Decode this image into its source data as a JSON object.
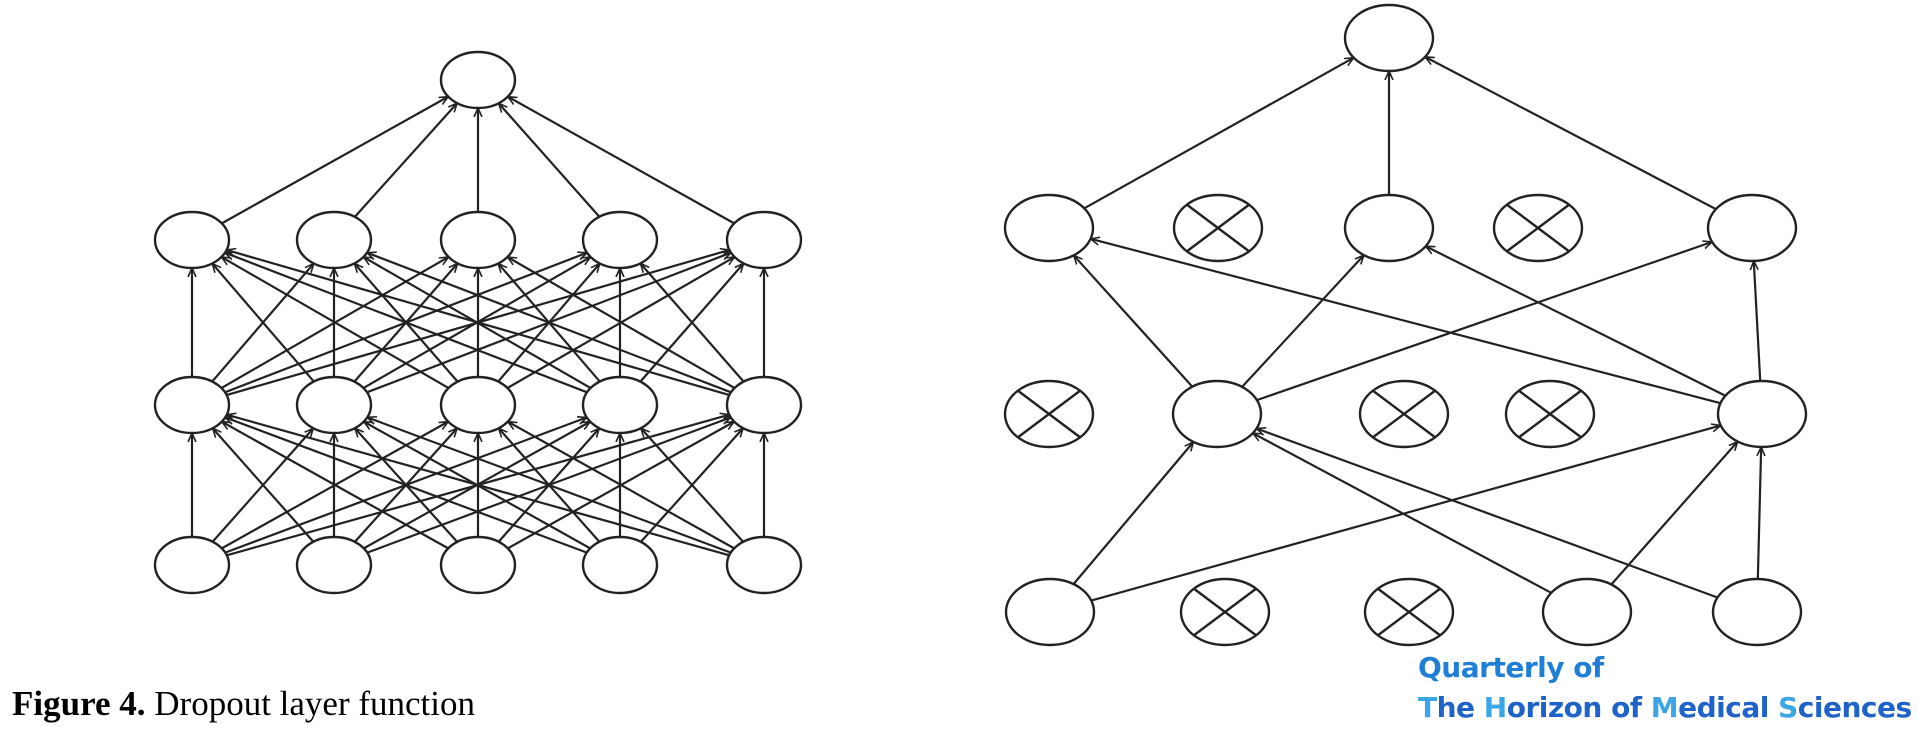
{
  "caption": {
    "label": "Figure 4.",
    "text": " Dropout layer function"
  },
  "journal_logo": {
    "line1": "Quarterly of",
    "line2_parts": [
      {
        "t": "T",
        "initial": true
      },
      {
        "t": "he ",
        "initial": false
      },
      {
        "t": "H",
        "initial": true
      },
      {
        "t": "orizon of ",
        "initial": false
      },
      {
        "t": "M",
        "initial": true
      },
      {
        "t": "edical ",
        "initial": false
      },
      {
        "t": "S",
        "initial": true
      },
      {
        "t": "ciences",
        "initial": false
      }
    ]
  },
  "colors": {
    "stroke": "#222222",
    "logo_primary": "#1f7fd6",
    "logo_initial": "#3aa6e8"
  },
  "diagram": {
    "networks": [
      {
        "name": "standard-network",
        "layers": [
          {
            "nodes": [
              {
                "dropped": false
              }
            ]
          },
          {
            "nodes": [
              {
                "dropped": false
              },
              {
                "dropped": false
              },
              {
                "dropped": false
              },
              {
                "dropped": false
              },
              {
                "dropped": false
              }
            ]
          },
          {
            "nodes": [
              {
                "dropped": false
              },
              {
                "dropped": false
              },
              {
                "dropped": false
              },
              {
                "dropped": false
              },
              {
                "dropped": false
              }
            ]
          },
          {
            "nodes": [
              {
                "dropped": false
              },
              {
                "dropped": false
              },
              {
                "dropped": false
              },
              {
                "dropped": false
              },
              {
                "dropped": false
              }
            ]
          }
        ]
      },
      {
        "name": "dropout-network",
        "layers": [
          {
            "nodes": [
              {
                "dropped": false
              }
            ]
          },
          {
            "nodes": [
              {
                "dropped": false
              },
              {
                "dropped": true
              },
              {
                "dropped": false
              },
              {
                "dropped": true
              },
              {
                "dropped": false
              }
            ]
          },
          {
            "nodes": [
              {
                "dropped": true
              },
              {
                "dropped": false
              },
              {
                "dropped": true
              },
              {
                "dropped": true
              },
              {
                "dropped": false
              }
            ]
          },
          {
            "nodes": [
              {
                "dropped": false
              },
              {
                "dropped": true
              },
              {
                "dropped": true
              },
              {
                "dropped": false
              },
              {
                "dropped": false
              }
            ]
          }
        ]
      }
    ]
  }
}
